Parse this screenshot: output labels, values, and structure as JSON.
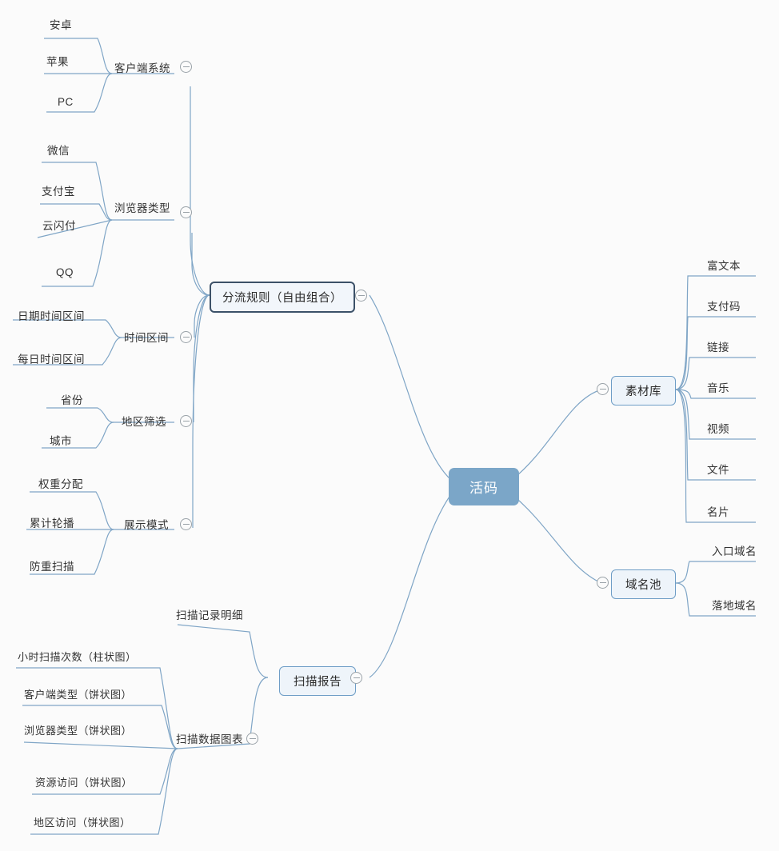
{
  "app": {
    "title": "活码 思维导图",
    "background_color": "#fbfbfb",
    "edge_color": "#7fa5c6",
    "root_color": "#7ba6c8",
    "branch_border_color": "#6e9dc6",
    "primary_border_color": "#3c5168"
  },
  "root": {
    "label": "活码"
  },
  "collapse_icon": "minus-circle-icon",
  "branches": {
    "rules": {
      "label": "分流规则（自由组合）",
      "groups": [
        {
          "label": "客户端系统",
          "children": [
            "安卓",
            "苹果",
            "PC"
          ]
        },
        {
          "label": "浏览器类型",
          "children": [
            "微信",
            "支付宝",
            "云闪付",
            "QQ"
          ]
        },
        {
          "label": "时间区间",
          "children": [
            "日期时间区间",
            "每日时间区间"
          ]
        },
        {
          "label": "地区筛选",
          "children": [
            "省份",
            "城市"
          ]
        },
        {
          "label": "展示模式",
          "children": [
            "权重分配",
            "累计轮播",
            "防重扫描"
          ]
        }
      ]
    },
    "material": {
      "label": "素材库",
      "children": [
        "富文本",
        "支付码",
        "链接",
        "音乐",
        "视频",
        "文件",
        "名片"
      ]
    },
    "domain": {
      "label": "域名池",
      "children": [
        "入口域名",
        "落地域名"
      ]
    },
    "report": {
      "label": "扫描报告",
      "groups": [
        {
          "label": "扫描记录明细",
          "children": []
        },
        {
          "label": "扫描数据图表",
          "children": [
            "小时扫描次数（柱状图）",
            "客户端类型（饼状图）",
            "浏览器类型（饼状图）",
            "资源访问（饼状图）",
            "地区访问（饼状图）"
          ]
        }
      ]
    }
  }
}
